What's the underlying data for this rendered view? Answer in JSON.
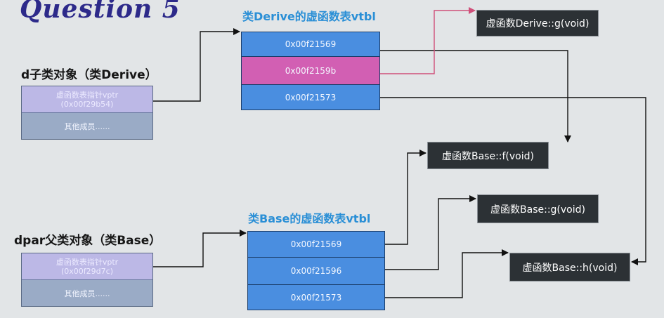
{
  "title": "Question 5",
  "derive_object": {
    "label": "d子类对象（类Derive）",
    "vptr_line1": "虚函数表指针vptr",
    "vptr_line2": "(0x00f29b54)",
    "members": "其他成员......"
  },
  "base_object": {
    "label": "dpar父类对象（类Base）",
    "vptr_line1": "虚函数表指针vptr",
    "vptr_line2": "(0x00f29d7c)",
    "members": "其他成员......"
  },
  "derive_vtbl": {
    "label": "类Derive的虚函数表vtbl",
    "entries": [
      "0x00f21569",
      "0x00f2159b",
      "0x00f21573"
    ]
  },
  "base_vtbl": {
    "label": "类Base的虚函数表vtbl",
    "entries": [
      "0x00f21569",
      "0x00f21596",
      "0x00f21573"
    ]
  },
  "functions": {
    "derive_g": "虚函数Derive::g(void)",
    "base_f": "虚函数Base::f(void)",
    "base_g": "虚函数Base::g(void)",
    "base_h": "虚函数Base::h(void)"
  },
  "colors": {
    "vtbl_cell": "#4a8ee0",
    "override_cell": "#d25fb3",
    "override_arrow": "#d0507a",
    "function_box": "#2c3135",
    "vptr_cell": "#bcb8e6",
    "members_cell": "#9aabc6",
    "title": "#2d2a8a"
  }
}
